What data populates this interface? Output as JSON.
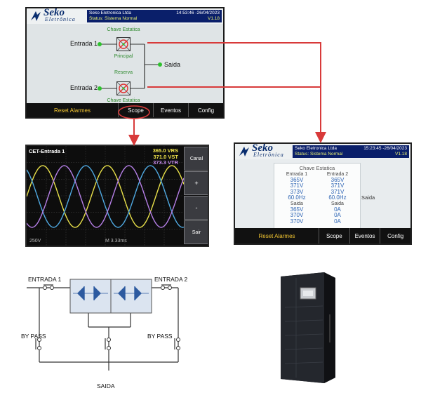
{
  "screen_main": {
    "company": "Seko Eletronica Ltda",
    "status": "Status: Sistema Normal",
    "datetime": "14:53:46 -26/04/2023",
    "version": "V1.18",
    "logo_text": "Seko",
    "logo_subtext": "Eletrônica",
    "labels": {
      "chave_top": "Chave Estatica",
      "principal": "Principal",
      "reserva": "Reserva",
      "chave_bottom": "Chave Estatica",
      "entrada1": "Entrada 1",
      "entrada2": "Entrada 2",
      "saida": "Saida"
    },
    "footer": {
      "reset": "Reset Alarmes",
      "scope": "Scope",
      "eventos": "Eventos",
      "config": "Config"
    }
  },
  "scope": {
    "title": "CET-Entrada 1",
    "readings": [
      "365.0 VRS",
      "371.0 VST",
      "373.3 VTR"
    ],
    "reading_colors": [
      "#f0e34a",
      "#f0e34a",
      "#c98ef0"
    ],
    "volt_div": "250V",
    "time_div": "M 3.33ms",
    "side_buttons": [
      "Canal",
      "+",
      "-",
      "Sair"
    ],
    "wave_colors": [
      "#e8e04a",
      "#4fa8e0",
      "#b57fe6"
    ]
  },
  "screen_detail": {
    "company": "Seko Eletronica Ltda",
    "status": "Status: Sistema Normal",
    "datetime": "15:23:45 -26/04/2023",
    "version": "V1.18",
    "logo_text": "Seko",
    "logo_subtext": "Eletrônica",
    "panel_title": "Chave Estatica",
    "col1": {
      "header": "Entrada 1",
      "values": [
        "365V",
        "371V",
        "373V",
        "60.0Hz"
      ],
      "header2": "Saida",
      "values2": [
        "365V",
        "370V",
        "370V"
      ]
    },
    "col2": {
      "header": "Entrada 2",
      "values": [
        "365V",
        "371V",
        "371V",
        "60.0Hz"
      ],
      "header2": "Saida",
      "values2": [
        "0A",
        "0A",
        "0A"
      ]
    },
    "saida_label": "Saida",
    "footer": {
      "reset": "Reset Alarmes",
      "scope": "Scope",
      "eventos": "Eventos",
      "config": "Config"
    }
  },
  "diagram": {
    "entrada1": "ENTRADA 1",
    "entrada2": "ENTRADA 2",
    "bypass_left": "BY PASS",
    "bypass_right": "BY PASS",
    "saida": "SAIDA"
  },
  "colors": {
    "arrow_red": "#d83a3a",
    "status_blue": "#0a1f6a",
    "accent_green": "#2f8a2f",
    "value_blue": "#2d64b4",
    "button_amber": "#f3c631"
  }
}
